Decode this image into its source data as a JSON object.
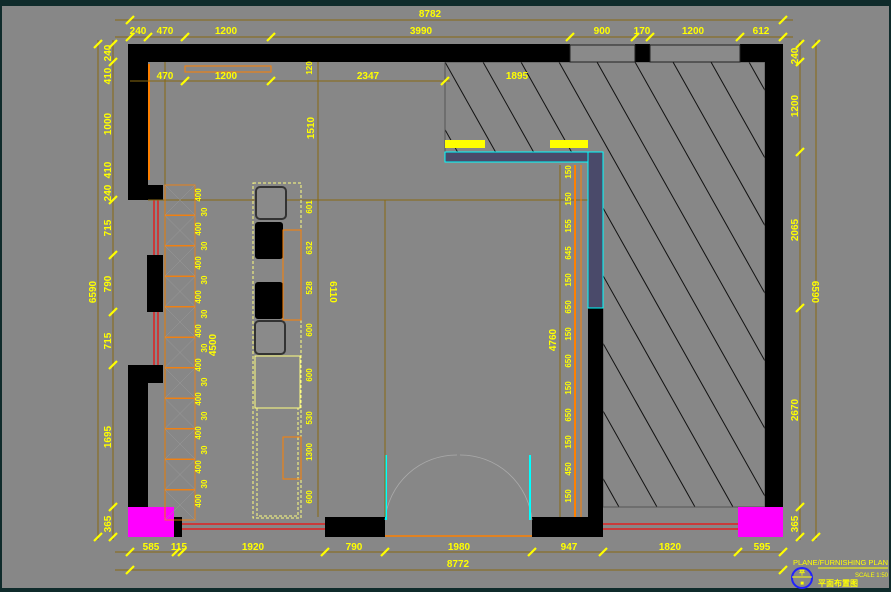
{
  "drawing": {
    "top_overall": "8782",
    "top_segments": [
      "240",
      "470",
      "1200",
      "3990",
      "900",
      "170",
      "1200",
      "612"
    ],
    "top_inner": [
      "470",
      "1200",
      "2347",
      "1895"
    ],
    "top_inner_small": "120",
    "bottom_segments": [
      "585",
      "115",
      "1920",
      "790",
      "1980",
      "947",
      "1820",
      "595"
    ],
    "bottom_overall": "8772",
    "left_segments": [
      "240",
      "410",
      "1000",
      "410",
      "240",
      "715",
      "790",
      "715",
      "1695",
      "365"
    ],
    "left_overall": "6590",
    "right_segments": [
      "240",
      "1200",
      "2065",
      "2670",
      "365"
    ],
    "right_overall": "6590",
    "interior": {
      "v1510": "1510",
      "v6110": "6110",
      "v4500": "4500",
      "v4760": "4760",
      "counter_dims": [
        "601",
        "632",
        "528",
        "600",
        "600",
        "530",
        "1300",
        "600"
      ],
      "cabinet_dims": [
        "400",
        "30",
        "400",
        "30",
        "400",
        "30",
        "400",
        "30",
        "400",
        "30",
        "400",
        "30",
        "400",
        "30",
        "400",
        "30",
        "400",
        "30",
        "400"
      ],
      "right_dims": [
        "150",
        "150",
        "155",
        "645",
        "150",
        "650",
        "150",
        "650",
        "150",
        "650",
        "150",
        "450",
        "150"
      ]
    },
    "title_block": {
      "title_en": "PLANE/FURNISHING PLAN",
      "title_cn": "平面布置图",
      "scale": "SCALE 1:50",
      "symbol_top": "平",
      "symbol_bottom": "■"
    },
    "colors": {
      "background": "#878787",
      "wall": "#000000",
      "dimension": "#ffff00",
      "column": "#ff00ff",
      "cabinet": "#ff8000",
      "glass": "#00ffff"
    }
  }
}
